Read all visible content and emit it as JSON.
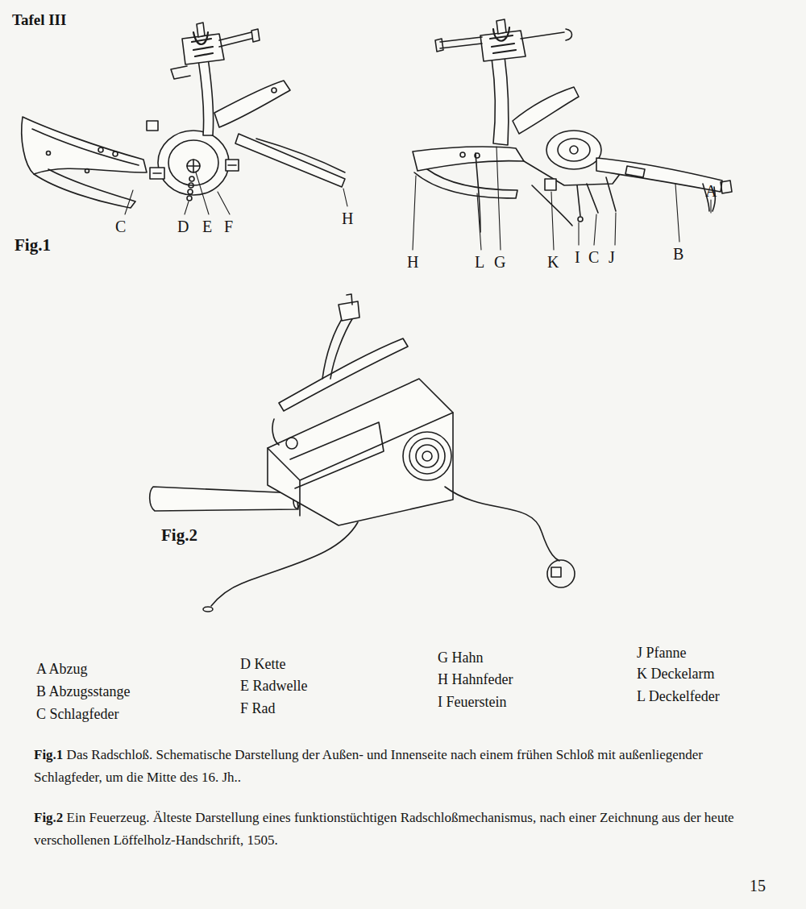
{
  "diagram": {
    "title": "Tafel III",
    "labels": [
      "Fig.1",
      "C",
      "D",
      "E",
      "F",
      "H",
      "H",
      "L",
      "G",
      "K",
      "I",
      "C",
      "J",
      "B",
      "A",
      "Fig.2",
      "A Abzug",
      "B Abzugsstange",
      "C Schlagfeder",
      "D Kette",
      "E Radwelle",
      "F Rad",
      "G Hahn",
      "H Hahnfeder",
      "I Feuerstein",
      "J Pfanne",
      "K Deckelarm",
      "L Deckelfeder",
      "Fig.1",
      "Das Radschloß. Schematische Darstellung der Außen- und Innenseite nach einem frühen Schloß mit außenliegender Schlagfeder, um die Mitte des 16. Jh..",
      "Fig.2",
      "Ein Feuerzeug. Älteste Darstellung eines funktionstüchtigen Radschloßmechanismus, nach einer Zeichnung aus der heute verschollenen Löffelholz-Handschrift, 1505.",
      "15"
    ]
  }
}
